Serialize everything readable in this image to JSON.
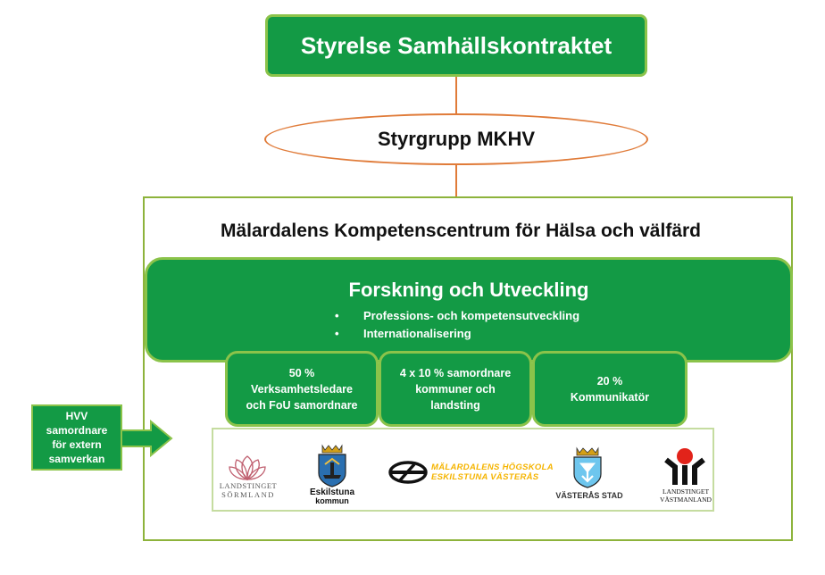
{
  "styrelse": {
    "label": "Styrelse Samhällskontraktet"
  },
  "styrgrupp": {
    "label": "Styrgrupp MKHV"
  },
  "centrum": {
    "title": "Mälardalens Kompetenscentrum för Hälsa och välfärd"
  },
  "fou": {
    "title": "Forskning och Utveckling",
    "bullets": [
      "Professions- och kompetensutveckling",
      "Internationalisering"
    ],
    "bullet_symbol": "•"
  },
  "roles": [
    {
      "lines": [
        "50 %",
        "Verksamhetsledare",
        "och FoU samordnare"
      ]
    },
    {
      "lines": [
        "4 x 10 % samordnare",
        "kommuner och",
        "landsting"
      ]
    },
    {
      "lines": [
        "20 %",
        "Kommunikatör"
      ]
    }
  ],
  "hvv": {
    "lines": [
      "HVV",
      "samordnare",
      "för extern",
      "samverkan"
    ]
  },
  "logos": {
    "sormland": [
      "LANDSTINGET",
      "SÖRMLAND"
    ],
    "eskilstuna": [
      "Eskilstuna",
      "kommun"
    ],
    "mdh": [
      "MÄLARDALENS HÖGSKOLA",
      "ESKILSTUNA VÄSTERÅS"
    ],
    "vasteras": "VÄSTERÅS STAD",
    "vastmanland": [
      "LANDSTINGET",
      "VÄSTMANLAND"
    ]
  },
  "colors": {
    "green": "#139a45",
    "light_green": "#8bc34a",
    "orange": "#e07b39",
    "mdh_yellow": "#f5b400"
  }
}
